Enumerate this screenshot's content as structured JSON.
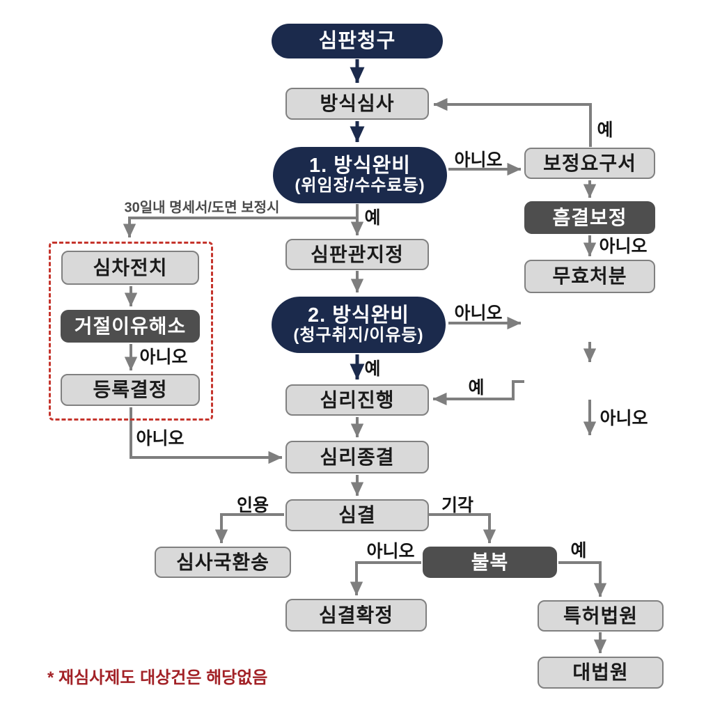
{
  "colors": {
    "navy": "#1b2a4c",
    "dark_gray_box": "#4e4e4e",
    "light_gray_box": "#d9d9d9",
    "light_box_border": "#808080",
    "line_gray": "#7e7e7e",
    "dashed_red": "#c5342c",
    "footnote_red": "#a22126"
  },
  "nodes": {
    "trial_request": {
      "label": "심판청구"
    },
    "formality_check": {
      "label": "방식심사"
    },
    "formality_complete_1": {
      "label": "1. 방식완비",
      "sublabel": "(위임장/수수료등)"
    },
    "correction_request_1": {
      "label": "보정요구서"
    },
    "defect_correction_1": {
      "label": "흠결보정"
    },
    "invalidation_disposal": {
      "label": "무효처분"
    },
    "pretrial_examination": {
      "label": "심차전치"
    },
    "rejection_reason_resolved": {
      "label": "거절이유해소"
    },
    "registration_decision": {
      "label": "등록결정"
    },
    "judge_assignment": {
      "label": "심판관지정"
    },
    "formality_complete_2": {
      "label": "2. 방식완비",
      "sublabel": "(청구취지/이유등)"
    },
    "trial_proceeding": {
      "label": "심리진행"
    },
    "trial_closing": {
      "label": "심리종결"
    },
    "trial_decision": {
      "label": "심결"
    },
    "return_to_examination": {
      "label": "심사국환송"
    },
    "appeal": {
      "label": "불복"
    },
    "decision_final": {
      "label": "심결확정"
    },
    "patent_court": {
      "label": "특허법원"
    },
    "supreme_court": {
      "label": "대법원"
    }
  },
  "edge_labels": {
    "formality1_no": "아니오",
    "correction1_yes": "예",
    "defect1_no": "아니오",
    "formality1_yes": "예",
    "formality2_no": "아니오",
    "formality2_yes": "예",
    "defect2_yes": "예",
    "defect2_no": "아니오",
    "rejection_no": "아니오",
    "pretrial_no": "아니오",
    "accepted": "인용",
    "rejected": "기각",
    "appeal_no": "아니오",
    "appeal_yes": "예"
  },
  "annotations": {
    "amendment_note": "30일내 명세서/도면 보정시",
    "footnote": "* 재심사제도 대상건은 해당없음"
  }
}
